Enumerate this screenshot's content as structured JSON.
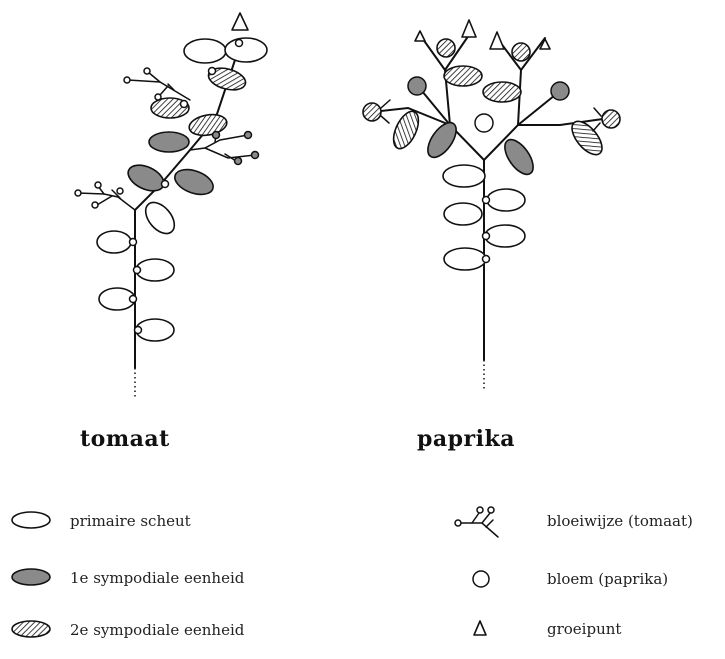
{
  "titles": {
    "tomato": "tomaat",
    "pepper": "paprika"
  },
  "legend": {
    "primary_shoot": "primaire scheut",
    "first_sympodial": "1e sympodiale eenheid",
    "second_sympodial": "2e sympodiale eenheid",
    "inflorescence": "bloeiwijze (tomaat)",
    "flower": "bloem (paprika)",
    "growing_point": "groeipunt"
  },
  "colors": {
    "first_sympodial_fill": "#8a8a8a",
    "primary_shoot_fill": "#ffffff",
    "stroke": "#111111"
  }
}
